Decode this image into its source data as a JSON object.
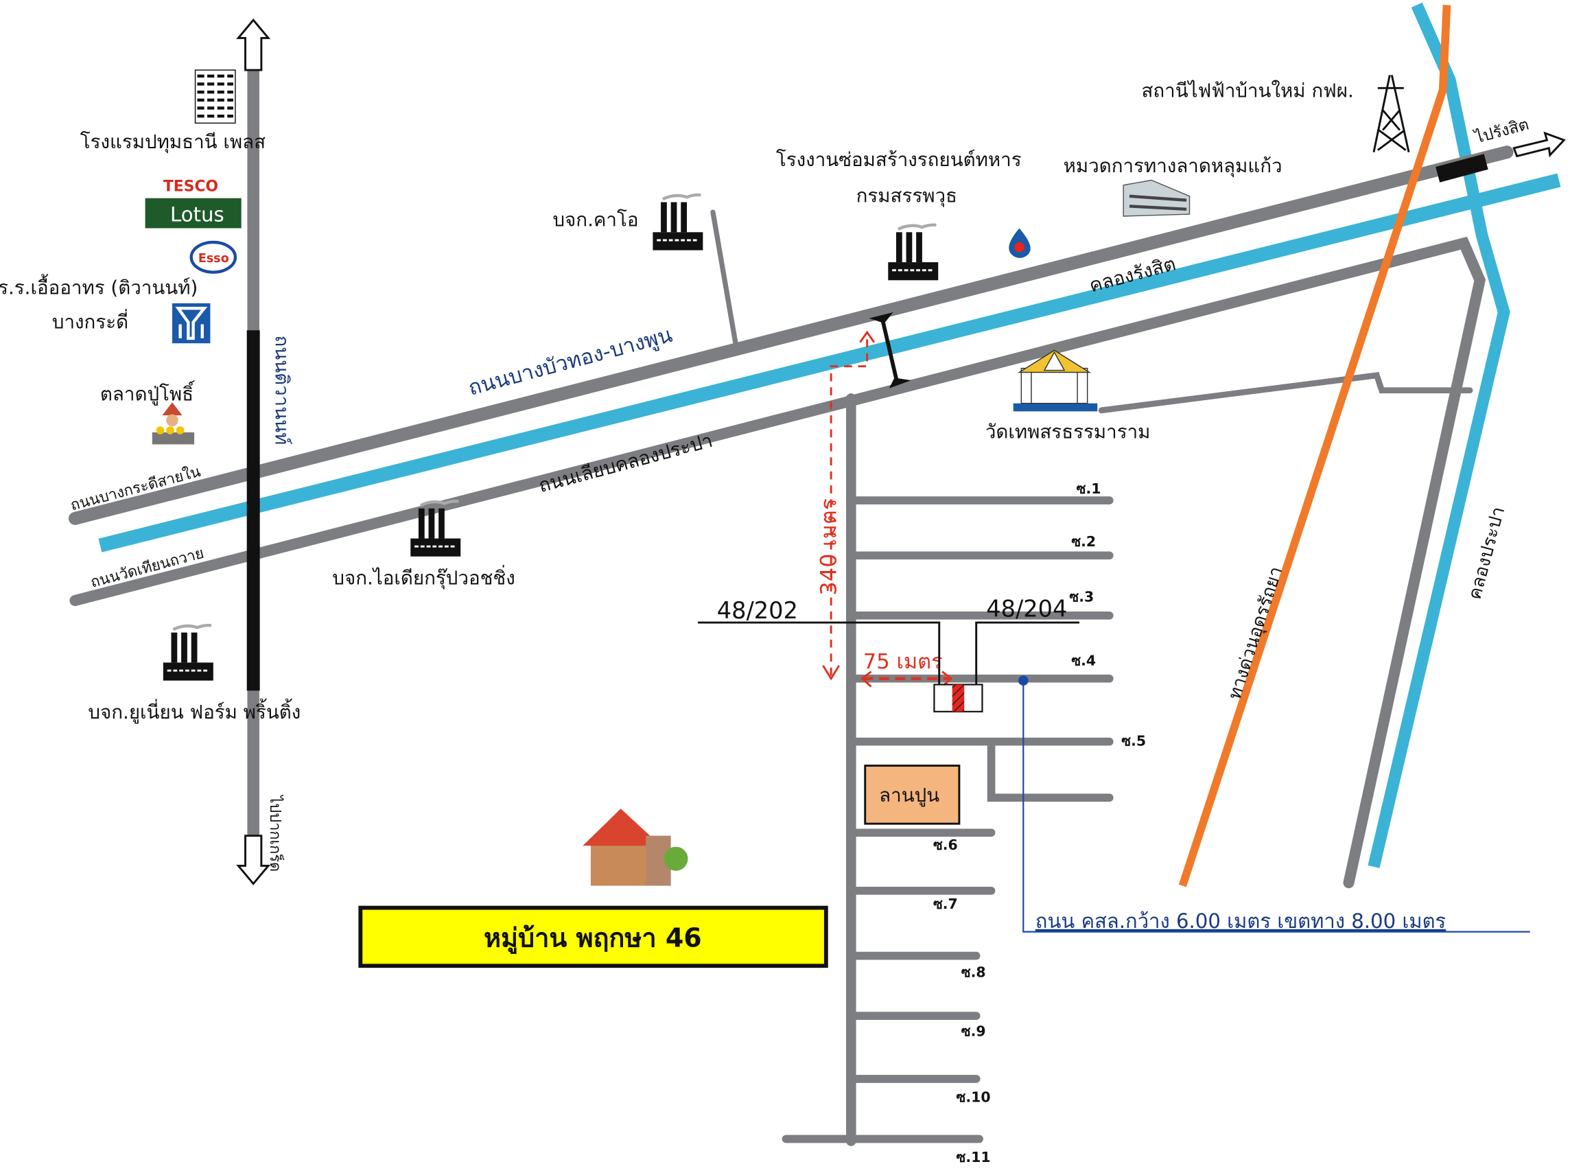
{
  "map": {
    "colors": {
      "road": "#7d7e82",
      "canal": "#3bb3d6",
      "expressway": "#f07a2a",
      "highlight": "#ffff00",
      "dimension": "#e03020",
      "utility_line": "#1a4aa8",
      "cement_yard": "#f4b57e"
    },
    "roads": {
      "tiwanon": "ถนนติวานนท์",
      "bangbuathong_bangphun": "ถนนบางบัวทอง-บางพูน",
      "bangkradi_inner": "ถนนบางกระดีสายใน",
      "wat_thianthawai": "ถนนวัดเทียนถวาย",
      "khlong_prapa_side": "ถนนเลียบคลองประปา",
      "expressway": "ทางด่วนอุดรรัถยา",
      "local_road_note": "ถนน คสล.กว้าง 6.00 เมตร เขตทาง 8.00 เมตร"
    },
    "canals": {
      "rangsit": "คลองรังสิต",
      "prapa": "คลองประปา"
    },
    "directions": {
      "to_pakkret": "ไปปากเกร็ด",
      "to_rangsit": "ไปรังสิต"
    },
    "landmarks": {
      "hotel": "โรงแรมปทุมธานี เพลส",
      "tesco": "TESCO",
      "lotus": "Lotus",
      "esso": "Esso",
      "school_name": "ร.ร.เอื้ออาทร (ติวานนท์)",
      "school_area": "บางกระดี่",
      "market": "ตลาดปู่โพธิ์",
      "kao": "บจก.คาโอ",
      "idea": "บจก.ไอเดียกรุ๊ปวอชชิ่ง",
      "union": "บจก.ยูเนี่ยน ฟอร์ม พริ้นติ้ง",
      "army_factory_1": "โรงงานซ่อมสร้างรถยนต์ทหาร",
      "army_factory_2": "กรมสรรพวุธ",
      "highway_unit": "หมวดการทางลาดหลุมแก้ว",
      "power_station": "สถานีไฟฟ้าบ้านใหม่ กฟผ.",
      "temple": "วัดเทพสรธรรมาราม",
      "cement_yard": "ลานปูน"
    },
    "dimensions": {
      "vertical": "340 เมตร",
      "horizontal": "75 เมตร"
    },
    "plots": {
      "left": "48/202",
      "right": "48/204"
    },
    "sois": [
      "ซ.1",
      "ซ.2",
      "ซ.3",
      "ซ.4",
      "ซ.5",
      "ซ.6",
      "ซ.7",
      "ซ.8",
      "ซ.9",
      "ซ.10",
      "ซ.11"
    ],
    "village_title": "หมู่บ้าน พฤกษา 46"
  }
}
